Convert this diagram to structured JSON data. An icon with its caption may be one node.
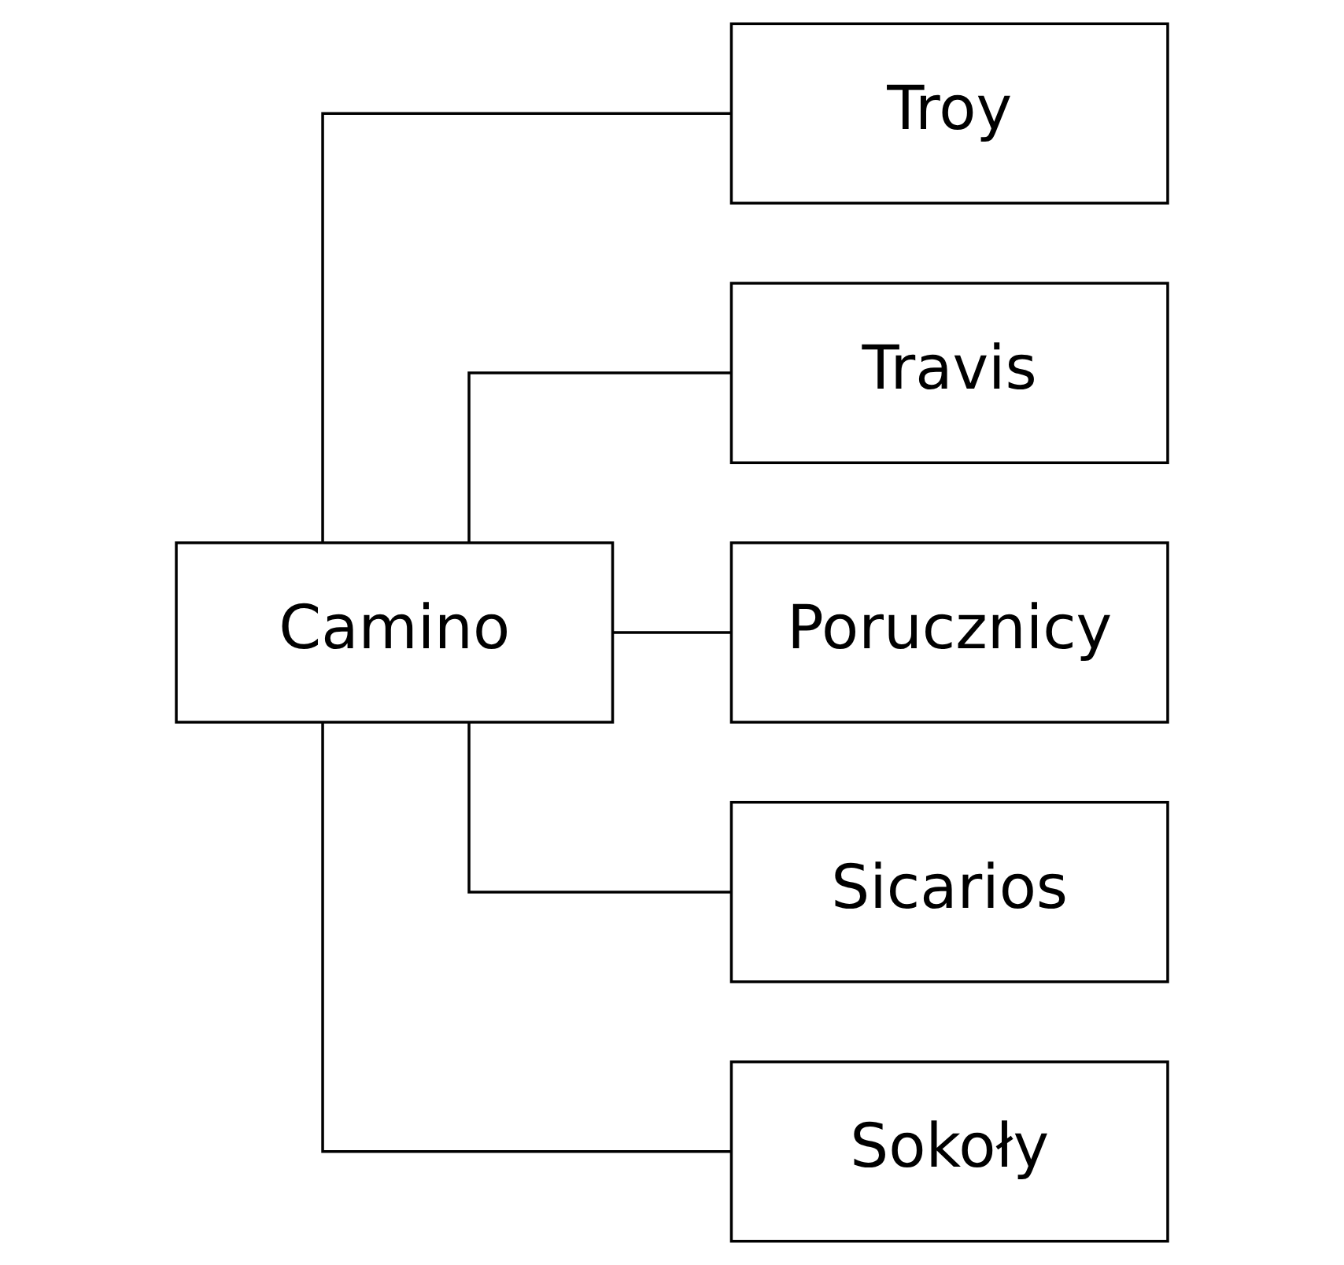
{
  "diagram": {
    "nodes": [
      {
        "text": [
          "Camino"
        ]
      },
      {
        "text": [
          "Troy"
        ]
      },
      {
        "text": [
          "Travis"
        ]
      },
      {
        "text": [
          "Porucznicy"
        ]
      },
      {
        "text": [
          "Sicarios"
        ]
      },
      {
        "text": [
          "Sokoły"
        ]
      }
    ],
    "edges": [
      {
        "from": 0,
        "to": 1,
        "arrow": "none"
      },
      {
        "from": 0,
        "to": 2,
        "arrow": "none"
      },
      {
        "from": 0,
        "to": 3,
        "arrow": "none"
      },
      {
        "from": 0,
        "to": 4,
        "arrow": "none"
      },
      {
        "from": 0,
        "to": 5,
        "arrow": "none"
      }
    ]
  }
}
